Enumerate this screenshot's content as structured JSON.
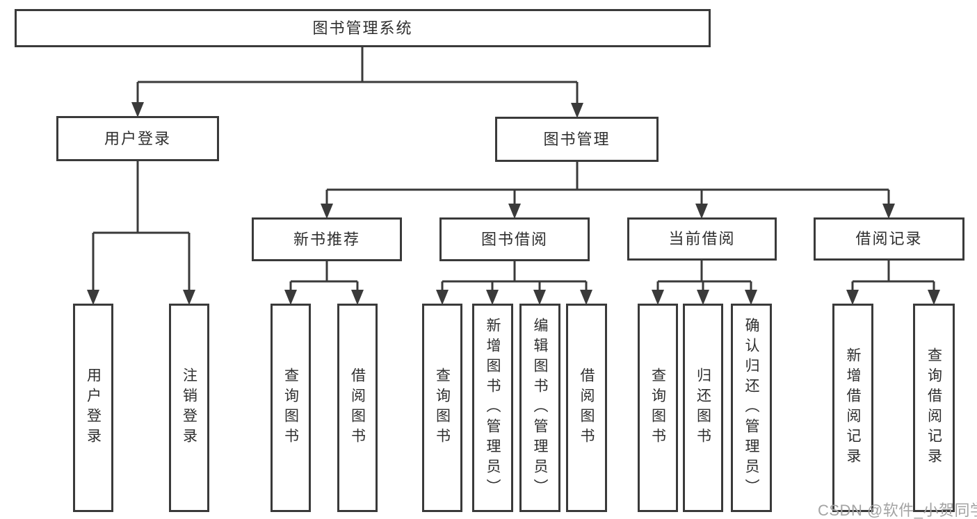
{
  "tree": {
    "label": "图书管理系统",
    "children": [
      {
        "label": "用户登录",
        "children": [
          {
            "label": "用户登录"
          },
          {
            "label": "注销登录"
          }
        ]
      },
      {
        "label": "图书管理",
        "children": [
          {
            "label": "新书推荐",
            "children": [
              {
                "label": "查询图书"
              },
              {
                "label": "借阅图书"
              }
            ]
          },
          {
            "label": "图书借阅",
            "children": [
              {
                "label": "查询图书"
              },
              {
                "label": "新增图书（管理员）"
              },
              {
                "label": "编辑图书（管理员）"
              },
              {
                "label": "借阅图书"
              }
            ]
          },
          {
            "label": "当前借阅",
            "children": [
              {
                "label": "查询图书"
              },
              {
                "label": "归还图书"
              },
              {
                "label": "确认归还（管理员）"
              }
            ]
          },
          {
            "label": "借阅记录",
            "children": [
              {
                "label": "新增借阅记录"
              },
              {
                "label": "查询借阅记录"
              }
            ]
          }
        ]
      }
    ]
  },
  "watermark": "CSDN @软件_小贺同学",
  "colors": {
    "line": "#3a3a3a",
    "text": "#2e2e2e",
    "background": "#ffffff",
    "watermark": "#a3a3a3"
  }
}
